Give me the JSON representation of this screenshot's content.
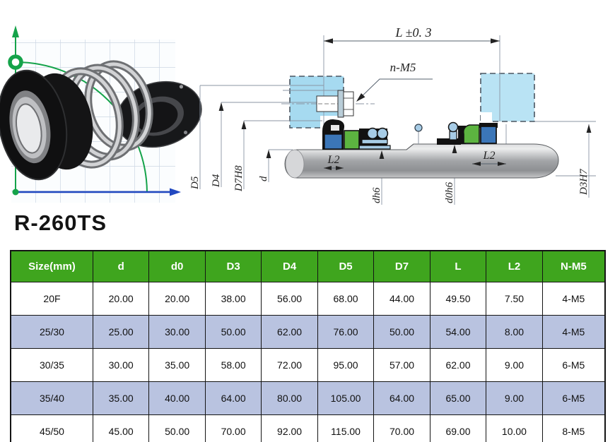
{
  "product": {
    "model": "R-260TS"
  },
  "diagram": {
    "dim_length": "L ±0. 3",
    "screw_callout": "n-M5",
    "dim_d5": "D5",
    "dim_d4": "D4",
    "dim_d7h8": "D7H8",
    "dim_d": "d",
    "dim_dh6": "dh6",
    "dim_d0h6": "d0h6",
    "dim_d3h7": "D3H7",
    "dim_l2_left": "L2",
    "dim_l2_right": "L2",
    "colors": {
      "gland_fill": "#a6daf0",
      "gland_fill_right": "#b9e3f4",
      "part_blue": "#3b76b8",
      "part_green": "#5cb440",
      "spring_fill": "#a7cce6",
      "axis_green": "#15a34a",
      "axis_blue": "#2148c0",
      "table_header_green": "#3fa51e",
      "table_alt_row": "#b9c3e0"
    }
  },
  "table": {
    "headers": [
      "Size(mm)",
      "d",
      "d0",
      "D3",
      "D4",
      "D5",
      "D7",
      "L",
      "L2",
      "N-M5"
    ],
    "rows": [
      [
        "20F",
        "20.00",
        "20.00",
        "38.00",
        "56.00",
        "68.00",
        "44.00",
        "49.50",
        "7.50",
        "4-M5"
      ],
      [
        "25/30",
        "25.00",
        "30.00",
        "50.00",
        "62.00",
        "76.00",
        "50.00",
        "54.00",
        "8.00",
        "4-M5"
      ],
      [
        "30/35",
        "30.00",
        "35.00",
        "58.00",
        "72.00",
        "95.00",
        "57.00",
        "62.00",
        "9.00",
        "6-M5"
      ],
      [
        "35/40",
        "35.00",
        "40.00",
        "64.00",
        "80.00",
        "105.00",
        "64.00",
        "65.00",
        "9.00",
        "6-M5"
      ],
      [
        "45/50",
        "45.00",
        "50.00",
        "70.00",
        "92.00",
        "115.00",
        "70.00",
        "69.00",
        "10.00",
        "8-M5"
      ]
    ]
  }
}
